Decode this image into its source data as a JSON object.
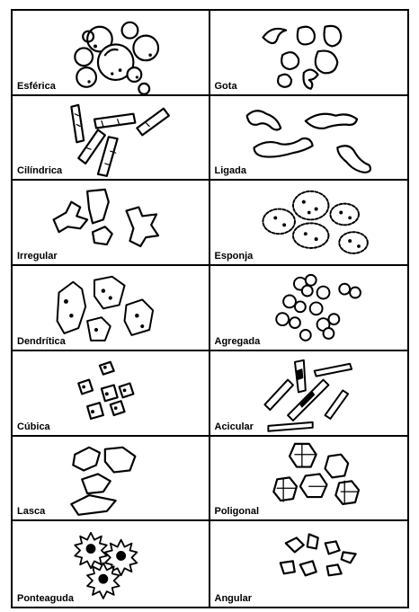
{
  "shapes": [
    {
      "label": "Esférica",
      "icon": "spherical-particles-icon"
    },
    {
      "label": "Gota",
      "icon": "droplet-particles-icon"
    },
    {
      "label": "Cilíndrica",
      "icon": "cylindrical-particles-icon"
    },
    {
      "label": "Ligada",
      "icon": "ligamental-particles-icon"
    },
    {
      "label": "Irregular",
      "icon": "irregular-particles-icon"
    },
    {
      "label": "Esponja",
      "icon": "sponge-particles-icon"
    },
    {
      "label": "Dendrítica",
      "icon": "dendritic-particles-icon"
    },
    {
      "label": "Agregada",
      "icon": "aggregate-particles-icon"
    },
    {
      "label": "Cúbica",
      "icon": "cubic-particles-icon"
    },
    {
      "label": "Acicular",
      "icon": "acicular-particles-icon"
    },
    {
      "label": "Lasca",
      "icon": "flake-particles-icon"
    },
    {
      "label": "Poligonal",
      "icon": "polygonal-particles-icon"
    },
    {
      "label": "Ponteaguda",
      "icon": "spiky-particles-icon"
    },
    {
      "label": "Angular",
      "icon": "angular-particles-icon"
    }
  ]
}
